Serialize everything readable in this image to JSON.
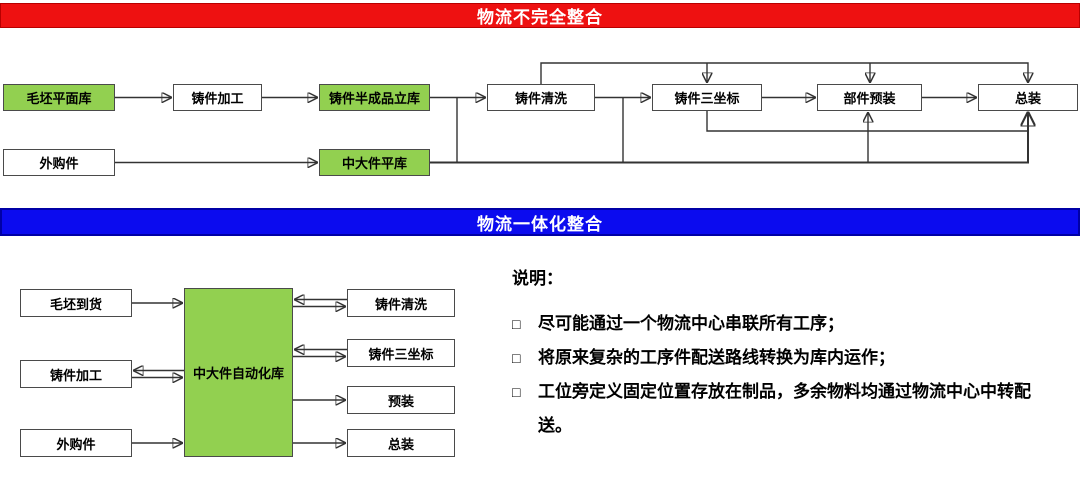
{
  "palette": {
    "banner_top_bg": "#ee1111",
    "banner_bottom_bg": "#0b0bef",
    "banner_text": "#ffffff",
    "green_box": "#92d050",
    "white_box": "#ffffff",
    "box_border": "#4a4a4a",
    "line": "#333333",
    "text": "#000000"
  },
  "banners": {
    "top": {
      "label": "物流不完全整合"
    },
    "bottom": {
      "label": "物流一体化整合"
    }
  },
  "top_diagram": {
    "row1": [
      {
        "label": "毛坯平面库"
      },
      {
        "label": "铸件加工"
      },
      {
        "label": "铸件半成品立库"
      },
      {
        "label": "铸件清洗"
      },
      {
        "label": "铸件三坐标"
      },
      {
        "label": "部件预装"
      },
      {
        "label": "总装"
      }
    ],
    "row2": [
      {
        "label": "外购件"
      },
      {
        "label": "中大件平库"
      }
    ]
  },
  "bottom_diagram": {
    "hub": {
      "label": "中大件自动化库"
    },
    "left": [
      {
        "label": "毛坯到货"
      },
      {
        "label": "铸件加工"
      },
      {
        "label": "外购件"
      }
    ],
    "right": [
      {
        "label": "铸件清洗"
      },
      {
        "label": "铸件三坐标"
      },
      {
        "label": "预装"
      },
      {
        "label": "总装"
      }
    ]
  },
  "notes": {
    "title": "说明：",
    "bullet_icon": "□",
    "bullets": [
      "尽可能通过一个物流中心串联所有工序；",
      "将原来复杂的工序件配送路线转换为库内运作；",
      "工位旁定义固定位置存放在制品，多余物料均通过物流中心中转配送。"
    ]
  }
}
